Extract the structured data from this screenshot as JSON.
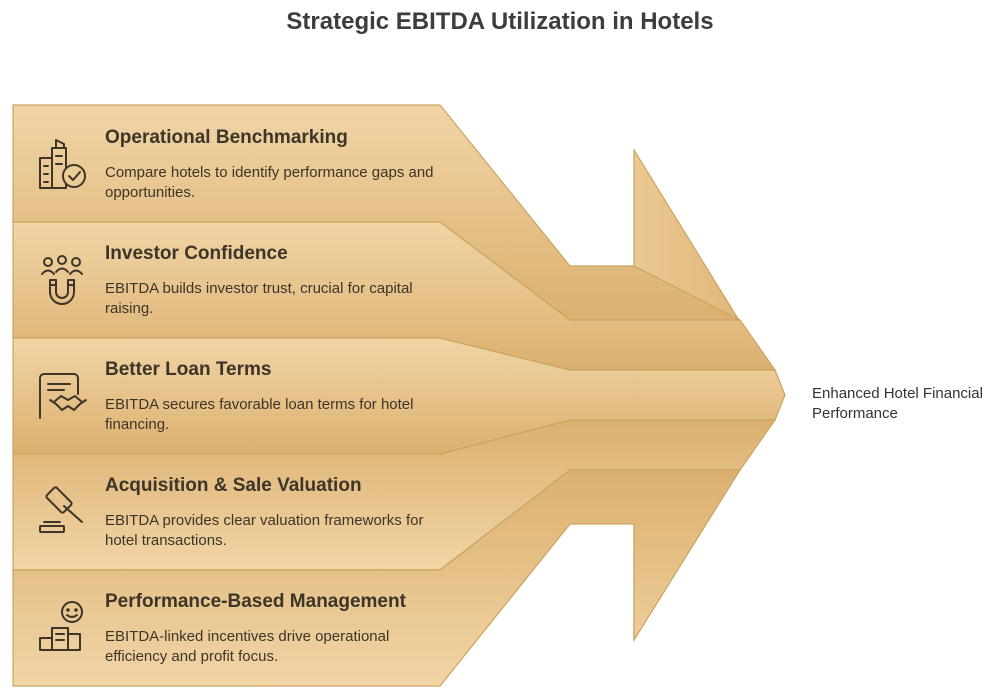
{
  "title": "Strategic EBITDA Utilization in Hotels",
  "outcome": "Enhanced Hotel Financial Performance",
  "colors": {
    "fill_light": "#efd3a3",
    "fill_dark": "#deb16f",
    "stroke": "#c9a45f",
    "icon": "#3c3528"
  },
  "items": [
    {
      "title": "Operational Benchmarking",
      "description": "Compare hotels to identify performance gaps and opportunities.",
      "icon": "building-check-icon"
    },
    {
      "title": "Investor Confidence",
      "description": "EBITDA builds investor trust, crucial for capital raising.",
      "icon": "people-magnet-icon"
    },
    {
      "title": "Better Loan Terms",
      "description": "EBITDA secures favorable loan terms for hotel financing.",
      "icon": "contract-handshake-icon"
    },
    {
      "title": "Acquisition & Sale Valuation",
      "description": "EBITDA provides clear valuation frameworks for hotel transactions.",
      "icon": "gavel-icon"
    },
    {
      "title": "Performance-Based Management",
      "description": "EBITDA-linked incentives drive operational efficiency and profit focus.",
      "icon": "smiley-building-icon"
    }
  ]
}
